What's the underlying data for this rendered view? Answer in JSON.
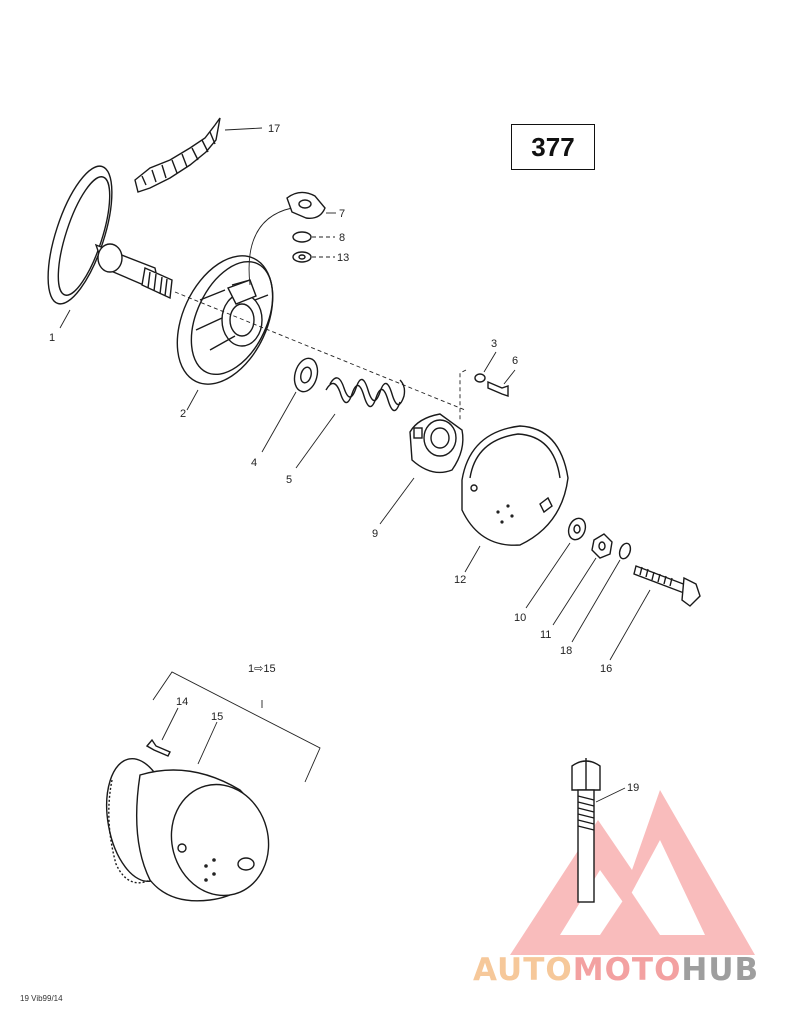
{
  "page_number": "377",
  "reference_code": "19 Vib99/14",
  "watermark": {
    "part1": "AUTO",
    "part2": "MOTO",
    "part3": "HUB",
    "colors": {
      "auto": "#f6c89a",
      "moto": "#f3a1a1",
      "hub": "#9e9e9e",
      "triangle": "#f7a6a6"
    }
  },
  "callouts": {
    "c1": "1",
    "c2": "2",
    "c3": "3",
    "c4": "4",
    "c5": "5",
    "c6": "6",
    "c7": "7",
    "c8": "8",
    "c9": "9",
    "c10": "10",
    "c11": "11",
    "c12": "12",
    "c13": "13",
    "c14": "14",
    "c15": "15",
    "c16": "16",
    "c17": "17",
    "c18": "18",
    "c19": "19",
    "c1to15": "1⇨15"
  }
}
